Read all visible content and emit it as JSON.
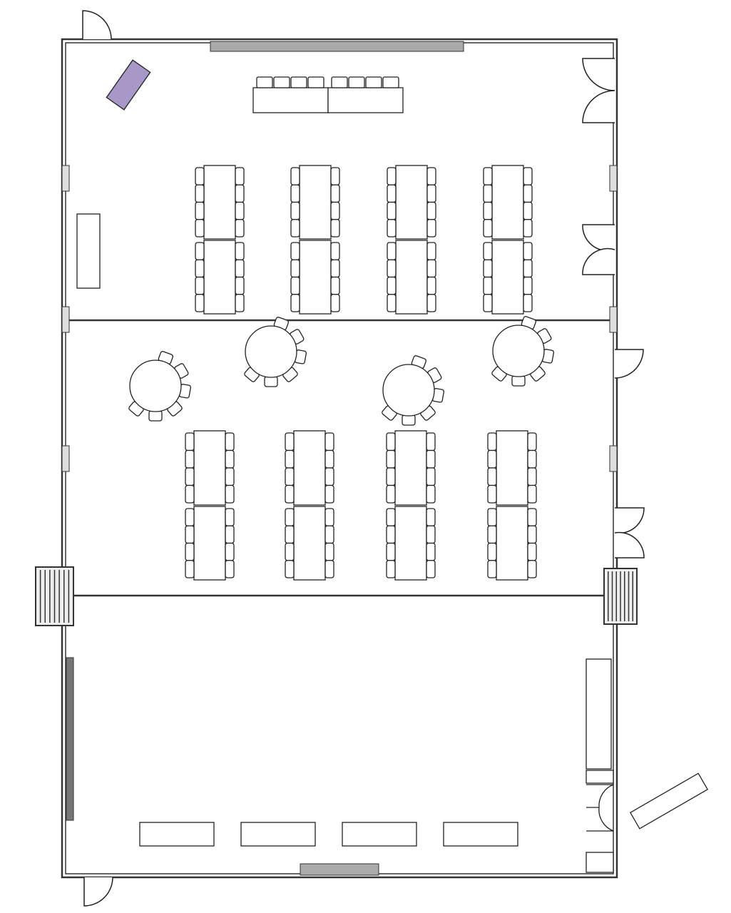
{
  "floor_plan": {
    "colors": {
      "wall": "#333333",
      "line": "#222222",
      "window": "#aaaaaa",
      "furniture_fill": "#ffffff",
      "accent_furniture": "#a898c8"
    },
    "rooms": 3,
    "banquet_table_rows": 2,
    "banquet_tables_per_row": 4,
    "round_tables": 4,
    "chairs_per_round_table": 6,
    "buffet_tables": 4,
    "head_table_chairs": 8
  }
}
